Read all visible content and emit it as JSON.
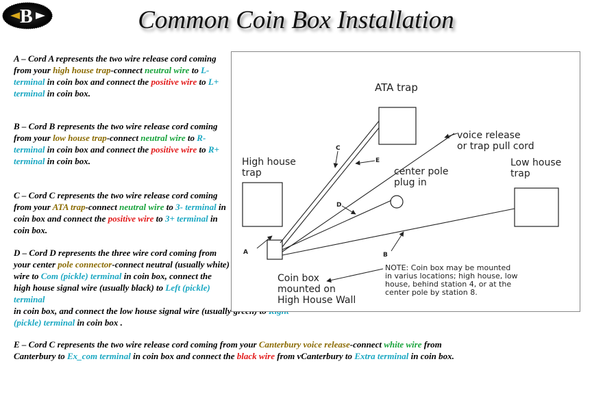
{
  "title": "Common Coin Box Installation",
  "logo": {
    "letter": "B"
  },
  "paragraphs": {
    "a": {
      "t1": "A – Cord A represents the two wire release cord coming from your ",
      "h1": "high house trap",
      "t2": "-connect ",
      "h2": "neutral wire",
      "t3": " to ",
      "h3": "L- terminal",
      "t4": " in coin box and connect the ",
      "h4": "positive wire",
      "t5": " to ",
      "h5": "L+ terminal",
      "t6": " in coin box."
    },
    "b": {
      "t1": "B – Cord B represents the two wire release cord coming from your ",
      "h1": "low house trap",
      "t2": "-connect ",
      "h2": "neutral wire",
      "t3": " to ",
      "h3": "R- terminal",
      "t4": " in coin box and connect the ",
      "h4": "positive wire",
      "t5": " to ",
      "h5": "R+ terminal",
      "t6": " in coin box."
    },
    "c": {
      "t1": "C – Cord C represents the two wire release cord coming from your ",
      "h1": "ATA trap",
      "t2": "-connect ",
      "h2": "neutral wire",
      "t3": " to ",
      "h3": "3- terminal",
      "t4": " in coin box and connect the ",
      "h4": "positive wire",
      "t5": " to ",
      "h5": "3+ terminal",
      "t6": " in coin box."
    },
    "d": {
      "t1": "D – Cord D represents the three wire cord coming from your center ",
      "h1": "pole connector",
      "t2": "-connect neutral (usually white) wire to ",
      "h2": "Com (pickle) terminal",
      "t3": " in coin box, connect the high house signal wire (usually black) to ",
      "h3": "Left (pickle) terminal",
      "t4": " in coin box, and connect the low house signal wire (usually green) to ",
      "h4": "Right (pickle) terminal",
      "t5": " in coin box ."
    },
    "e": {
      "t1": "E – Cord C represents the two wire release cord coming from your ",
      "h1": "Canterbury voice release",
      "t2": "-connect ",
      "h2": "white wire",
      "t3": " from Canterbury to ",
      "h3": "Ex_com terminal",
      "t4": " in coin box and connect the ",
      "h4": "black wire",
      "t5": " from vCanterbury to ",
      "h5": "Extra  terminal",
      "t6": " in coin box."
    }
  },
  "diagram": {
    "ata_trap": "ATA trap",
    "voice_release_1": "voice release",
    "voice_release_2": "or trap pull cord",
    "high_house_1": "High house",
    "high_house_2": "trap",
    "center_pole_1": "center pole",
    "center_pole_2": "plug in",
    "low_house_1": "Low house",
    "low_house_2": "trap",
    "coin_box_1": "Coin box",
    "coin_box_2": "mounted on",
    "coin_box_3": "High House  Wall",
    "note_1": "NOTE: Coin box  may be mounted",
    "note_2": "in varius locations; high house, low",
    "note_3": "house, behind station 4, or at the",
    "note_4": "center pole by station 8.",
    "label_a": "A",
    "label_b": "B",
    "label_c": "C",
    "label_d": "D",
    "label_e": "E"
  },
  "colors": {
    "olive": "#8a6a00",
    "green": "#18a33b",
    "red": "#e21a1a",
    "cyan": "#19a7c2"
  }
}
